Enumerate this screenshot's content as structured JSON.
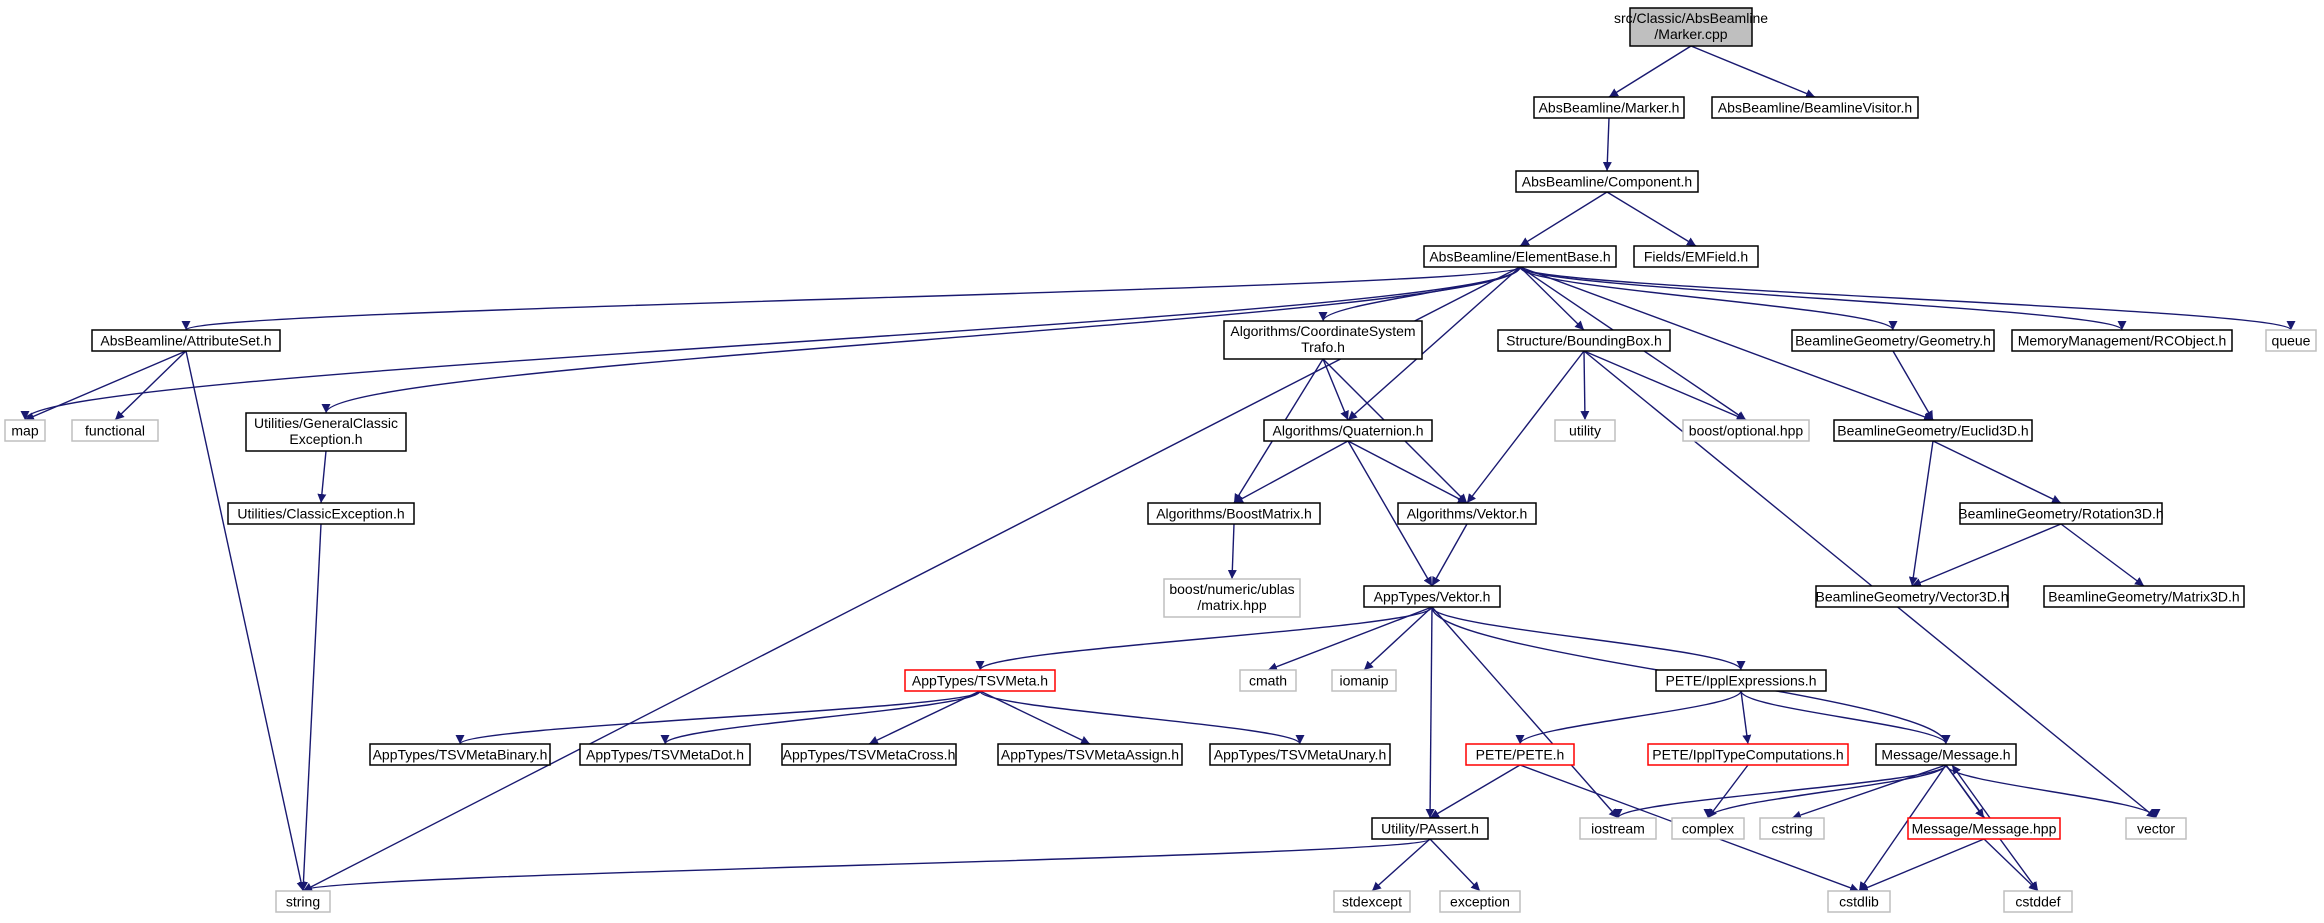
{
  "colors": {
    "edge": "#191970",
    "node_border": "#000000",
    "node_border_external": "#bfbfbf",
    "node_border_truncated": "#ff0000",
    "root_fill": "#bfbfbf",
    "node_fill": "#ffffff"
  },
  "nodes": [
    {
      "id": "root",
      "lines": [
        "src/Classic/AbsBeamline",
        "/Marker.cpp"
      ],
      "kind": "root"
    },
    {
      "id": "marker_h",
      "lines": [
        "AbsBeamline/Marker.h"
      ],
      "kind": "normal"
    },
    {
      "id": "beamline_visitor",
      "lines": [
        "AbsBeamline/BeamlineVisitor.h"
      ],
      "kind": "normal"
    },
    {
      "id": "component",
      "lines": [
        "AbsBeamline/Component.h"
      ],
      "kind": "normal"
    },
    {
      "id": "elementbase",
      "lines": [
        "AbsBeamline/ElementBase.h"
      ],
      "kind": "normal"
    },
    {
      "id": "emfield",
      "lines": [
        "Fields/EMField.h"
      ],
      "kind": "normal"
    },
    {
      "id": "attributeset",
      "lines": [
        "AbsBeamline/AttributeSet.h"
      ],
      "kind": "normal"
    },
    {
      "id": "map",
      "lines": [
        "map"
      ],
      "kind": "external"
    },
    {
      "id": "functional",
      "lines": [
        "functional"
      ],
      "kind": "external"
    },
    {
      "id": "generalclassic",
      "lines": [
        "Utilities/GeneralClassic",
        "Exception.h"
      ],
      "kind": "normal"
    },
    {
      "id": "classicexception",
      "lines": [
        "Utilities/ClassicException.h"
      ],
      "kind": "normal"
    },
    {
      "id": "string",
      "lines": [
        "string"
      ],
      "kind": "external"
    },
    {
      "id": "coordsystem",
      "lines": [
        "Algorithms/CoordinateSystem",
        "Trafo.h"
      ],
      "kind": "normal"
    },
    {
      "id": "quaternion",
      "lines": [
        "Algorithms/Quaternion.h"
      ],
      "kind": "normal"
    },
    {
      "id": "boostmatrix",
      "lines": [
        "Algorithms/BoostMatrix.h"
      ],
      "kind": "normal"
    },
    {
      "id": "ublas",
      "lines": [
        "boost/numeric/ublas",
        "/matrix.hpp"
      ],
      "kind": "external"
    },
    {
      "id": "algvektor",
      "lines": [
        "Algorithms/Vektor.h"
      ],
      "kind": "normal"
    },
    {
      "id": "boundingbox",
      "lines": [
        "Structure/BoundingBox.h"
      ],
      "kind": "normal"
    },
    {
      "id": "utility",
      "lines": [
        "utility"
      ],
      "kind": "external"
    },
    {
      "id": "optional",
      "lines": [
        "boost/optional.hpp"
      ],
      "kind": "external"
    },
    {
      "id": "geometry",
      "lines": [
        "BeamlineGeometry/Geometry.h"
      ],
      "kind": "normal"
    },
    {
      "id": "euclid3d",
      "lines": [
        "BeamlineGeometry/Euclid3D.h"
      ],
      "kind": "normal"
    },
    {
      "id": "rotation3d",
      "lines": [
        "BeamlineGeometry/Rotation3D.h"
      ],
      "kind": "normal"
    },
    {
      "id": "vector3d",
      "lines": [
        "BeamlineGeometry/Vector3D.h"
      ],
      "kind": "normal"
    },
    {
      "id": "matrix3d",
      "lines": [
        "BeamlineGeometry/Matrix3D.h"
      ],
      "kind": "normal"
    },
    {
      "id": "rcobject",
      "lines": [
        "MemoryManagement/RCObject.h"
      ],
      "kind": "normal"
    },
    {
      "id": "queue",
      "lines": [
        "queue"
      ],
      "kind": "external"
    },
    {
      "id": "appvektor",
      "lines": [
        "AppTypes/Vektor.h"
      ],
      "kind": "normal"
    },
    {
      "id": "tsvmeta",
      "lines": [
        "AppTypes/TSVMeta.h"
      ],
      "kind": "truncated"
    },
    {
      "id": "cmath",
      "lines": [
        "cmath"
      ],
      "kind": "external"
    },
    {
      "id": "iomanip",
      "lines": [
        "iomanip"
      ],
      "kind": "external"
    },
    {
      "id": "ipplexpr",
      "lines": [
        "PETE/IpplExpressions.h"
      ],
      "kind": "normal"
    },
    {
      "id": "tsvbinary",
      "lines": [
        "AppTypes/TSVMetaBinary.h"
      ],
      "kind": "normal"
    },
    {
      "id": "tsvdot",
      "lines": [
        "AppTypes/TSVMetaDot.h"
      ],
      "kind": "normal"
    },
    {
      "id": "tsvcross",
      "lines": [
        "AppTypes/TSVMetaCross.h"
      ],
      "kind": "normal"
    },
    {
      "id": "tsvassign",
      "lines": [
        "AppTypes/TSVMetaAssign.h"
      ],
      "kind": "normal"
    },
    {
      "id": "tsvunary",
      "lines": [
        "AppTypes/TSVMetaUnary.h"
      ],
      "kind": "normal"
    },
    {
      "id": "pete",
      "lines": [
        "PETE/PETE.h"
      ],
      "kind": "truncated"
    },
    {
      "id": "ippltype",
      "lines": [
        "PETE/IpplTypeComputations.h"
      ],
      "kind": "truncated"
    },
    {
      "id": "message_h",
      "lines": [
        "Message/Message.h"
      ],
      "kind": "normal"
    },
    {
      "id": "passert",
      "lines": [
        "Utility/PAssert.h"
      ],
      "kind": "normal"
    },
    {
      "id": "iostream",
      "lines": [
        "iostream"
      ],
      "kind": "external"
    },
    {
      "id": "complex",
      "lines": [
        "complex"
      ],
      "kind": "external"
    },
    {
      "id": "cstring",
      "lines": [
        "cstring"
      ],
      "kind": "external"
    },
    {
      "id": "message_hpp",
      "lines": [
        "Message/Message.hpp"
      ],
      "kind": "truncated"
    },
    {
      "id": "vector",
      "lines": [
        "vector"
      ],
      "kind": "external"
    },
    {
      "id": "stdexcept",
      "lines": [
        "stdexcept"
      ],
      "kind": "external"
    },
    {
      "id": "exception",
      "lines": [
        "exception"
      ],
      "kind": "external"
    },
    {
      "id": "cstdlib",
      "lines": [
        "cstdlib"
      ],
      "kind": "external"
    },
    {
      "id": "cstddef",
      "lines": [
        "cstddef"
      ],
      "kind": "external"
    }
  ],
  "edges": [
    [
      "root",
      "marker_h"
    ],
    [
      "root",
      "beamline_visitor"
    ],
    [
      "marker_h",
      "component"
    ],
    [
      "component",
      "elementbase"
    ],
    [
      "component",
      "emfield"
    ],
    [
      "elementbase",
      "map"
    ],
    [
      "elementbase",
      "attributeset"
    ],
    [
      "elementbase",
      "generalclassic"
    ],
    [
      "elementbase",
      "string"
    ],
    [
      "elementbase",
      "coordsystem"
    ],
    [
      "elementbase",
      "quaternion"
    ],
    [
      "elementbase",
      "boundingbox"
    ],
    [
      "elementbase",
      "optional"
    ],
    [
      "elementbase",
      "euclid3d"
    ],
    [
      "elementbase",
      "geometry"
    ],
    [
      "elementbase",
      "rcobject"
    ],
    [
      "elementbase",
      "queue"
    ],
    [
      "attributeset",
      "map"
    ],
    [
      "attributeset",
      "functional"
    ],
    [
      "attributeset",
      "string"
    ],
    [
      "generalclassic",
      "classicexception"
    ],
    [
      "classicexception",
      "string"
    ],
    [
      "coordsystem",
      "boostmatrix"
    ],
    [
      "coordsystem",
      "quaternion"
    ],
    [
      "coordsystem",
      "algvektor"
    ],
    [
      "quaternion",
      "boostmatrix"
    ],
    [
      "quaternion",
      "algvektor"
    ],
    [
      "quaternion",
      "appvektor"
    ],
    [
      "boostmatrix",
      "ublas"
    ],
    [
      "algvektor",
      "appvektor"
    ],
    [
      "boundingbox",
      "utility"
    ],
    [
      "boundingbox",
      "optional"
    ],
    [
      "boundingbox",
      "algvektor"
    ],
    [
      "boundingbox",
      "vector"
    ],
    [
      "geometry",
      "euclid3d"
    ],
    [
      "euclid3d",
      "rotation3d"
    ],
    [
      "euclid3d",
      "vector3d"
    ],
    [
      "rotation3d",
      "vector3d"
    ],
    [
      "rotation3d",
      "matrix3d"
    ],
    [
      "appvektor",
      "tsvmeta"
    ],
    [
      "appvektor",
      "cmath"
    ],
    [
      "appvektor",
      "iomanip"
    ],
    [
      "appvektor",
      "ipplexpr"
    ],
    [
      "appvektor",
      "message_h"
    ],
    [
      "appvektor",
      "iostream"
    ],
    [
      "appvektor",
      "passert"
    ],
    [
      "tsvmeta",
      "tsvbinary"
    ],
    [
      "tsvmeta",
      "tsvdot"
    ],
    [
      "tsvmeta",
      "tsvcross"
    ],
    [
      "tsvmeta",
      "tsvassign"
    ],
    [
      "tsvmeta",
      "tsvunary"
    ],
    [
      "ipplexpr",
      "pete"
    ],
    [
      "ipplexpr",
      "ippltype"
    ],
    [
      "ipplexpr",
      "message_h"
    ],
    [
      "pete",
      "passert"
    ],
    [
      "pete",
      "cstdlib"
    ],
    [
      "ippltype",
      "complex"
    ],
    [
      "message_h",
      "iostream"
    ],
    [
      "message_h",
      "complex"
    ],
    [
      "message_h",
      "cstring"
    ],
    [
      "message_h",
      "message_hpp"
    ],
    [
      "message_h",
      "vector"
    ],
    [
      "message_h",
      "cstdlib"
    ],
    [
      "message_h",
      "cstddef"
    ],
    [
      "message_hpp",
      "message_h"
    ],
    [
      "message_hpp",
      "cstdlib"
    ],
    [
      "message_hpp",
      "cstddef"
    ],
    [
      "passert",
      "string"
    ],
    [
      "passert",
      "stdexcept"
    ],
    [
      "passert",
      "exception"
    ]
  ]
}
